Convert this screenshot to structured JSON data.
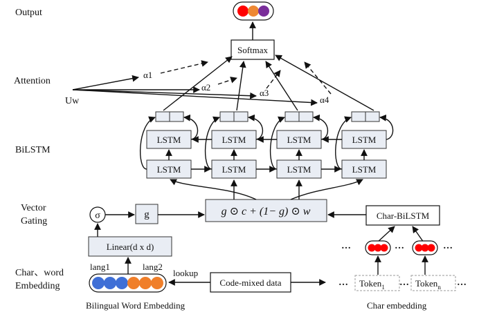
{
  "layers": {
    "output": "Output",
    "attention": "Attention",
    "bilstm": "BiLSTM",
    "vector_1": "Vector",
    "vector_2": "Gating",
    "embed_1": "Char、word",
    "embed_2": "Embedding"
  },
  "nodes": {
    "softmax": "Softmax",
    "uw": "Uw",
    "alphas": [
      "α1",
      "α2",
      "α3",
      "α4"
    ],
    "lstm": "LSTM",
    "sigma": "σ",
    "g": "g",
    "gating_formula": "g ⊙ c + (1− g) ⊙ w",
    "char_bilstm": "Char-BiLSTM",
    "linear": "Linear(d x d)",
    "lang1": "lang1",
    "lang2": "lang2",
    "lookup": "lookup",
    "code_mixed": "Code-mixed data",
    "token": "Token",
    "token_sub_1": "1",
    "token_sub_n": "n",
    "ellipsis": "…",
    "bilingual_caption": "Bilingual Word Embedding",
    "char_caption": "Char embedding"
  },
  "colors": {
    "output_dots": [
      "#ff0000",
      "#ee8833",
      "#7a2e9a"
    ],
    "word_dots_lang1": [
      "#3f6fd6",
      "#3f6fd6",
      "#3f6fd6"
    ],
    "word_dots_lang2": [
      "#f07f2a",
      "#f07f2a",
      "#f07f2a"
    ],
    "char_dots": [
      "#ff0000",
      "#ff0000",
      "#ff0000"
    ],
    "lstm_fill": "#e9edf4"
  }
}
